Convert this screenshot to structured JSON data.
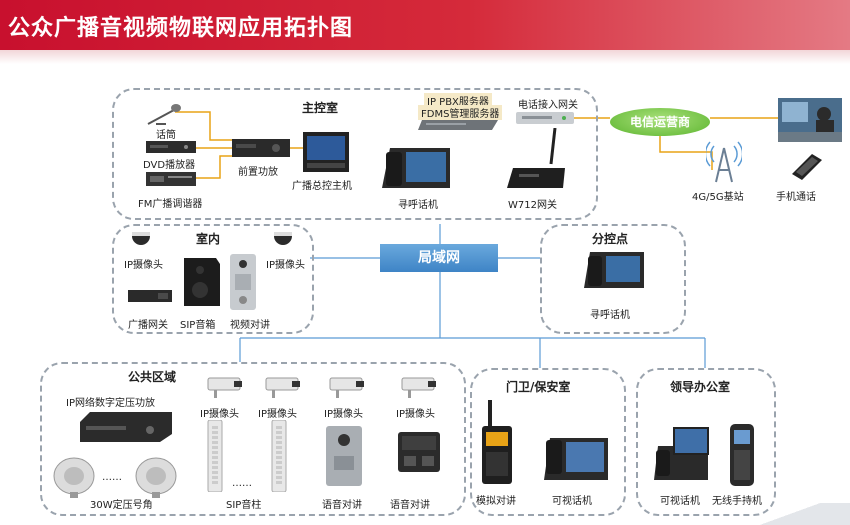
{
  "title": "公众广播音视频物联网应用拓扑图",
  "lan": "局域网",
  "carrier": "电信运营商",
  "zones": {
    "main": "主控室",
    "indoor": "室内",
    "branch": "分控点",
    "public": "公共区域",
    "guard": "门卫/保安室",
    "office": "领导办公室"
  },
  "labels": {
    "mic": "话筒",
    "dvd": "DVD播放器",
    "fm": "FM广播调谐器",
    "preamp": "前置功放",
    "host": "广播总控主机",
    "pbx1": "IP PBX服务器",
    "pbx2": "FDMS管理服务器",
    "gateway": "电话接入网关",
    "paging": "寻呼话机",
    "w712": "W712网关",
    "base": "4G/5G基站",
    "mobile": "手机通话",
    "cam": "IP摄像头",
    "bcastgw": "广播网关",
    "sipbox": "SIP音箱",
    "video": "视频对讲",
    "branchpaging": "寻呼话机",
    "amp": "IP网络数字定压功放",
    "horn": "30W定压号角",
    "column": "SIP音柱",
    "voice": "语音对讲",
    "walkie": "模拟对讲",
    "vphone": "可视话机",
    "wireless": "无线手持机",
    "dots": "……"
  }
}
